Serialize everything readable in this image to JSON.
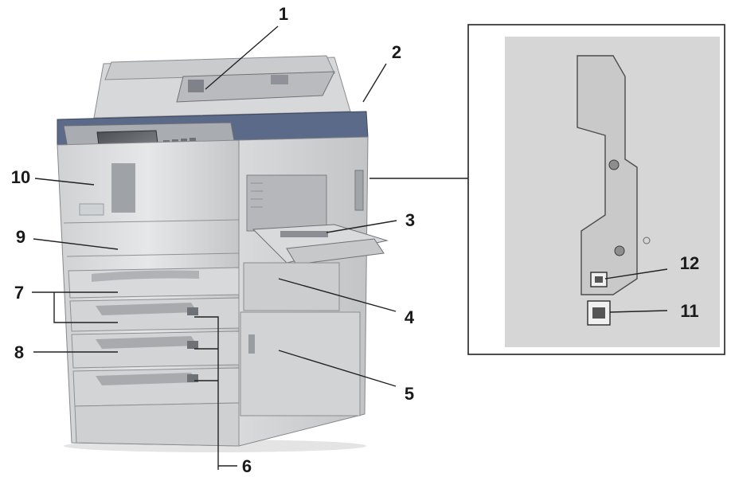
{
  "diagram": {
    "callouts": [
      {
        "id": "1",
        "label": "1"
      },
      {
        "id": "2",
        "label": "2"
      },
      {
        "id": "3",
        "label": "3"
      },
      {
        "id": "4",
        "label": "4"
      },
      {
        "id": "5",
        "label": "5"
      },
      {
        "id": "6",
        "label": "6"
      },
      {
        "id": "7",
        "label": "7"
      },
      {
        "id": "8",
        "label": "8"
      },
      {
        "id": "9",
        "label": "9"
      },
      {
        "id": "10",
        "label": "10"
      },
      {
        "id": "11",
        "label": "11"
      },
      {
        "id": "12",
        "label": "12"
      }
    ]
  }
}
